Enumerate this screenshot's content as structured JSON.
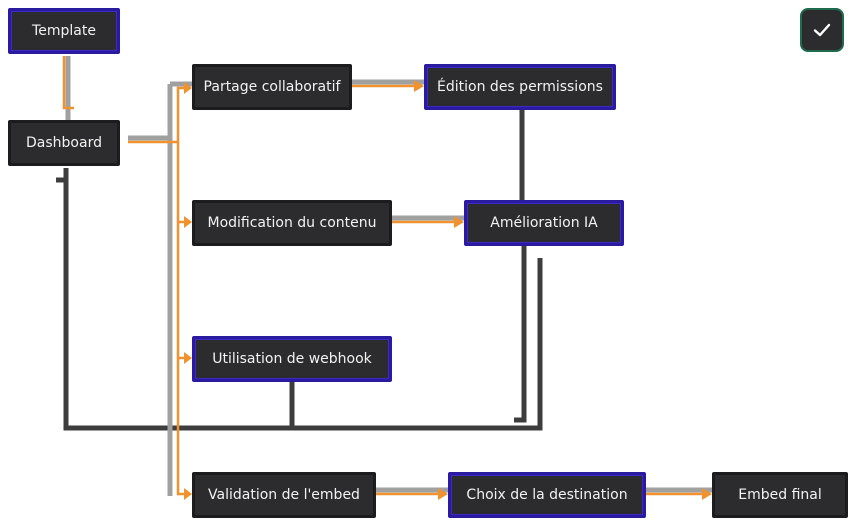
{
  "nodes": {
    "template": "Template",
    "dashboard": "Dashboard",
    "partage": "Partage collaboratif",
    "edition": "Édition des permissions",
    "modification": "Modification du contenu",
    "amelioration": "Amélioration IA",
    "webhook": "Utilisation de webhook",
    "validation": "Validation de l'embed",
    "choix": "Choix de la destination",
    "embed": "Embed final"
  },
  "colors": {
    "node_bg": "#2c2c2e",
    "node_text": "#f2f2f2",
    "accent_border": "#2a1aa0",
    "wire_gray": "#a0a0a0",
    "wire_dark": "#3d3d3d",
    "wire_orange": "#f0922e",
    "check_border": "#1f6b4d"
  },
  "icons": {
    "confirm": "check-icon"
  }
}
